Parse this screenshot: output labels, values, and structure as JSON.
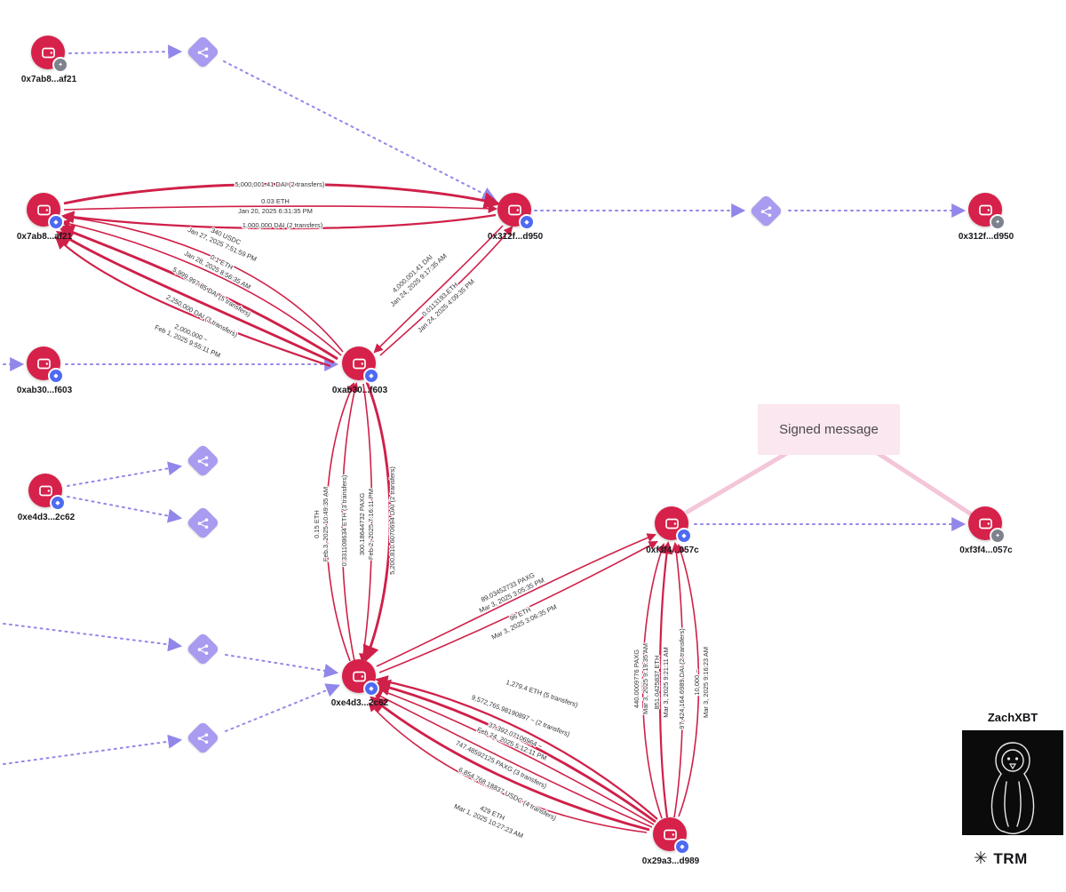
{
  "nodes": [
    {
      "label": "0x7ab8...af21",
      "badge": "gray"
    },
    {
      "label": "0x7ab8...af21",
      "badge": "blue"
    },
    {
      "label": "0x312f...d950",
      "badge": "blue"
    },
    {
      "label": "0x312f...d950",
      "badge": "gray"
    },
    {
      "label": "0xab30...f603",
      "badge": "blue"
    },
    {
      "label": "0xab30...f603",
      "badge": "blue"
    },
    {
      "label": "0xe4d3...2c62",
      "badge": "blue"
    },
    {
      "label": "0xe4d3...2c62",
      "badge": "blue"
    },
    {
      "label": "0xf3f4...057c",
      "badge": "blue"
    },
    {
      "label": "0xf3f4...057c",
      "badge": "gray"
    },
    {
      "label": "0x29a3...d989",
      "badge": "blue"
    }
  ],
  "red_edges": [
    {
      "label": "5,000,001.41 DAI (2 transfers)"
    },
    {
      "label": "0.03 ETH",
      "sublabel": "Jan 20, 2025 6:31:35 PM"
    },
    {
      "label": "1,000,000 DAI (2 transfers)"
    },
    {
      "label": "340 USDC",
      "sublabel": "Jan 27, 2025 7:51:59 PM"
    },
    {
      "label": "0.1 ETH",
      "sublabel": "Jan 28, 2025 8:56:35 AM"
    },
    {
      "label": "5,999,997.85 DAI (5 transfers)"
    },
    {
      "label": "2,250,000 DAI (3 transfers)"
    },
    {
      "label": "2,000,000 ~",
      "sublabel": "Feb 1, 2025 9:55:11 PM"
    },
    {
      "label": "4,000,001.41 DAI",
      "sublabel": "Jan 24, 2025 9:17:35 AM"
    },
    {
      "label": "0.0113193 ETH",
      "sublabel": "Jan 24, 2025 4:09:35 PM"
    },
    {
      "label": "0.15 ETH",
      "sublabel": "Feb 3, 2025 10:49:35 AM"
    },
    {
      "label": "0.331108634 ETH (3 transfers)"
    },
    {
      "label": "300.18644732 PAXG",
      "sublabel": "Feb 2, 2025 7:16:11 PM"
    },
    {
      "label": "5,200,810.6070694 DAI (2 transfers)"
    },
    {
      "label": "89.03452733 PAXG",
      "sublabel": "Mar 3, 2025 3:05:35 PM"
    },
    {
      "label": "96 ETH",
      "sublabel": "Mar 3, 2025 3:06:35 PM"
    },
    {
      "label": "1,279.4 ETH (5 transfers)"
    },
    {
      "label": "9,572,765.98190897 ~ (2 transfers)"
    },
    {
      "label": "37,392.07106964 ~",
      "sublabel": "Feb 24, 2025 5:12:11 PM"
    },
    {
      "label": "747.48592125 PAXG (3 transfers)"
    },
    {
      "label": "6,854,768.18837 USDC (4 transfers)"
    },
    {
      "label": "429 ETH",
      "sublabel": "Mar 1, 2025 10:27:23 AM"
    },
    {
      "label": "440.0009776 PAXG",
      "sublabel": "Mar 3, 2025 9:19:35 AM"
    },
    {
      "label": "851.0425837 ETH",
      "sublabel": "Mar 3, 2025 9:21:11 AM"
    },
    {
      "label": "97,424,164.6989 DAI (2 transfers)"
    },
    {
      "label": "10,000 ~",
      "sublabel": "Mar 3, 2025 9:16:23 AM"
    }
  ],
  "annotation": {
    "text": "Signed message"
  },
  "icons": {
    "eth_glyph": "◆",
    "gray_glyph": "✦"
  },
  "footer": {
    "attribution": "ZachXBT",
    "mark": "✳",
    "brand": "TRM"
  },
  "colors": {
    "node_red": "#d6214a",
    "edge_red": "#cf2049",
    "trace_purple": "#9187ea",
    "diamond_purple": "#a89bf0",
    "annotation_pink": "#fbe7ef",
    "badge_blue": "#4e6af3",
    "badge_gray": "#7d828c"
  }
}
